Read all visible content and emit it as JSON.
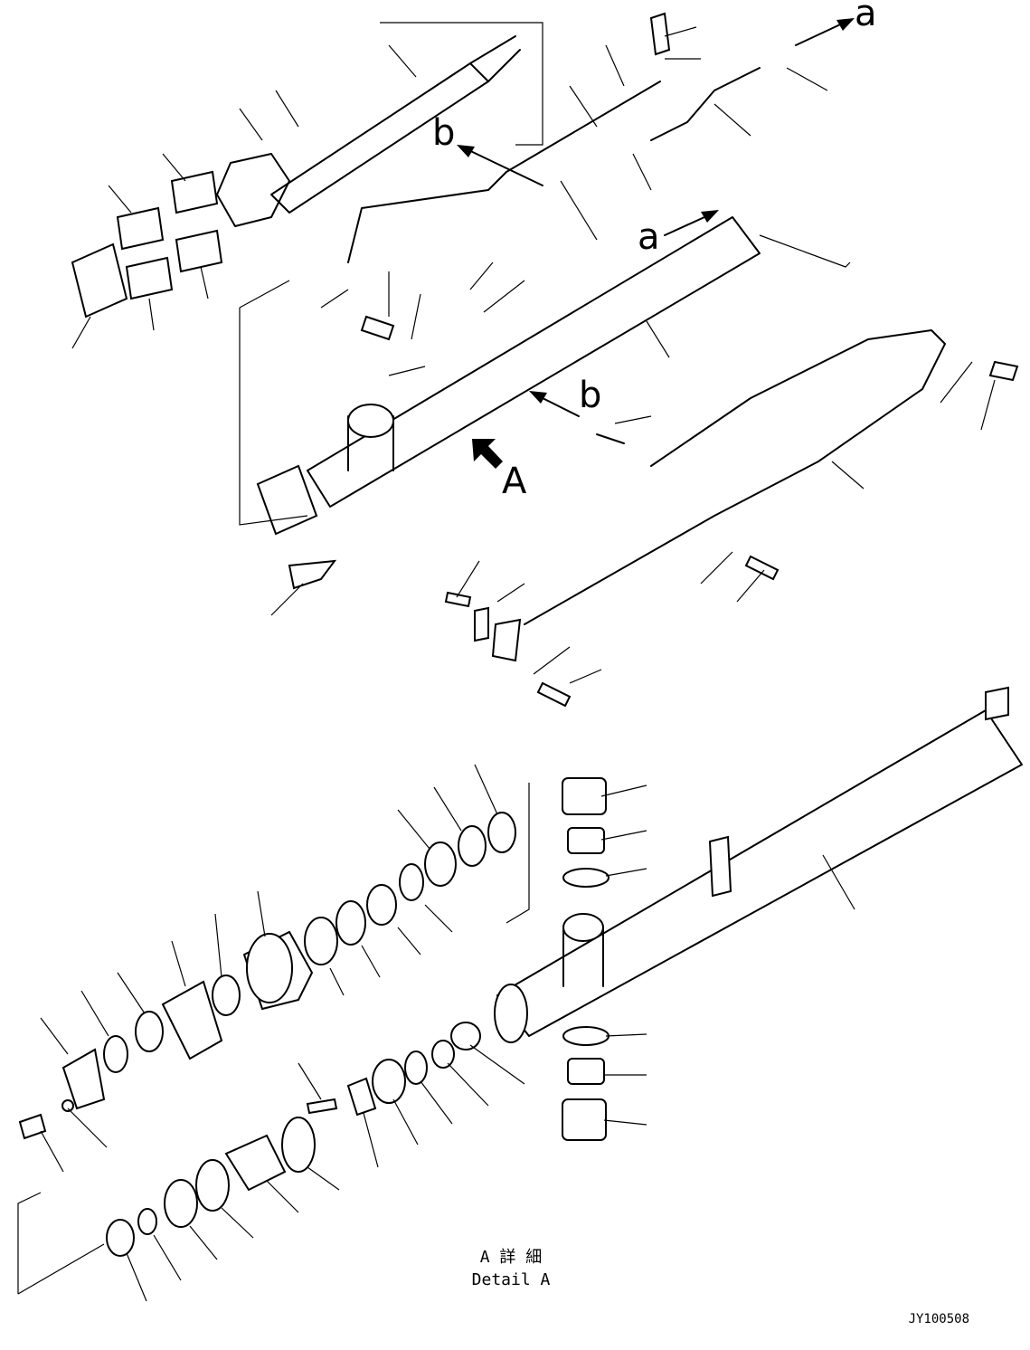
{
  "labels": {
    "ref_a_top": "a",
    "ref_b_top": "b",
    "ref_a_mid": "a",
    "ref_b_mid": "b",
    "view_A": "A",
    "detail_jp": "A 詳 細",
    "detail_en": "Detail A",
    "drawing_number": "JY100508"
  }
}
